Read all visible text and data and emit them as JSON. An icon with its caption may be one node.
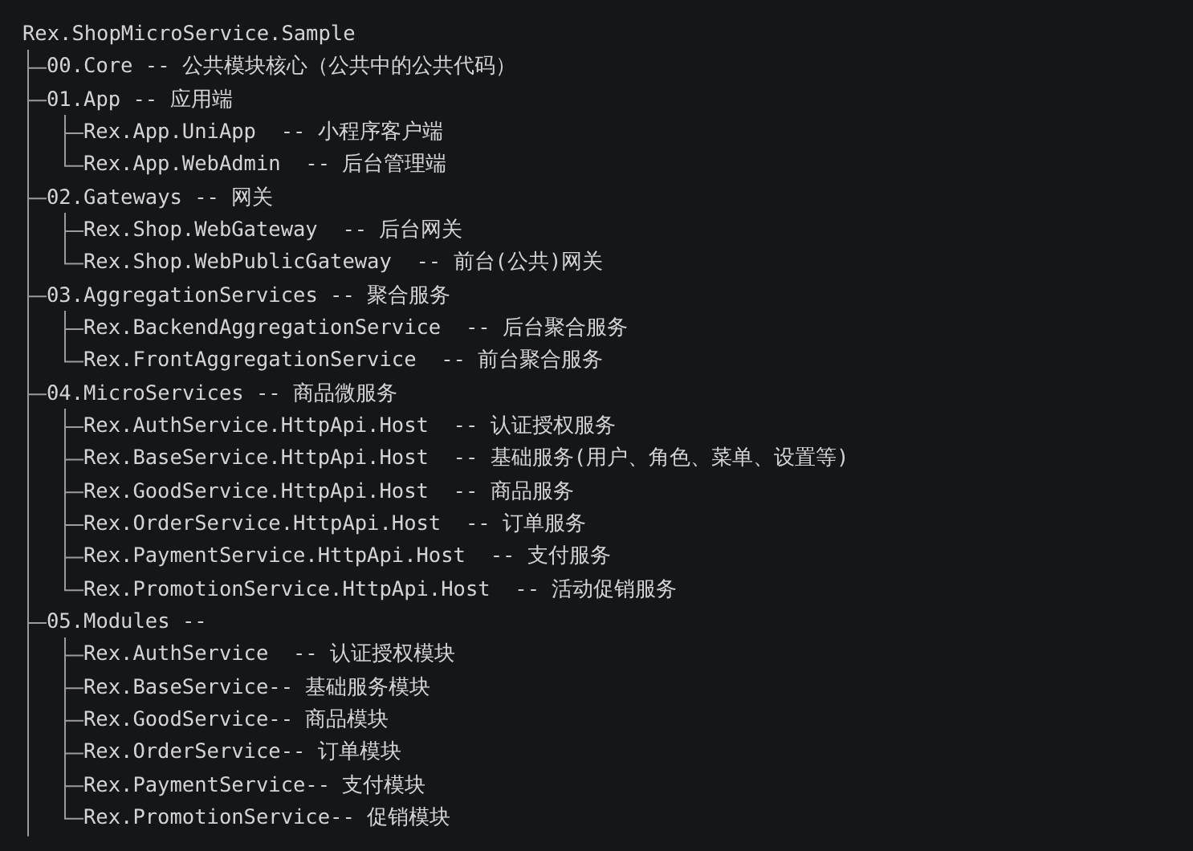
{
  "diagram": {
    "nodes": [
      {
        "text": [
          "Rex.ShopMicroService.Sample"
        ]
      },
      {
        "text": [
          "00.Core -- 公共模块核心（公共中的公共代码）"
        ]
      },
      {
        "text": [
          "01.App -- 应用端"
        ]
      },
      {
        "text": [
          "Rex.App.UniApp  -- 小程序客户端"
        ]
      },
      {
        "text": [
          "Rex.App.WebAdmin  -- 后台管理端"
        ]
      },
      {
        "text": [
          "02.Gateways -- 网关"
        ]
      },
      {
        "text": [
          "Rex.Shop.WebGateway  -- 后台网关"
        ]
      },
      {
        "text": [
          "Rex.Shop.WebPublicGateway  -- 前台(公共)网关"
        ]
      },
      {
        "text": [
          "03.AggregationServices -- 聚合服务"
        ]
      },
      {
        "text": [
          "Rex.BackendAggregationService  -- 后台聚合服务"
        ]
      },
      {
        "text": [
          "Rex.FrontAggregationService  -- 前台聚合服务"
        ]
      },
      {
        "text": [
          "04.MicroServices -- 商品微服务"
        ]
      },
      {
        "text": [
          "Rex.AuthService.HttpApi.Host  -- 认证授权服务"
        ]
      },
      {
        "text": [
          "Rex.BaseService.HttpApi.Host  -- 基础服务(用户、角色、菜单、设置等)"
        ]
      },
      {
        "text": [
          "Rex.GoodService.HttpApi.Host  -- 商品服务"
        ]
      },
      {
        "text": [
          "Rex.OrderService.HttpApi.Host  -- 订单服务"
        ]
      },
      {
        "text": [
          "Rex.PaymentService.HttpApi.Host  -- 支付服务"
        ]
      },
      {
        "text": [
          "Rex.PromotionService.HttpApi.Host  -- 活动促销服务"
        ]
      },
      {
        "text": [
          "05.Modules --"
        ]
      },
      {
        "text": [
          "Rex.AuthService  -- 认证授权模块"
        ]
      },
      {
        "text": [
          "Rex.BaseService-- 基础服务模块"
        ]
      },
      {
        "text": [
          "Rex.GoodService-- 商品模块"
        ]
      },
      {
        "text": [
          "Rex.OrderService-- 订单模块"
        ]
      },
      {
        "text": [
          "Rex.PaymentService-- 支付模块"
        ]
      },
      {
        "text": [
          "Rex.PromotionService-- 促销模块"
        ]
      }
    ],
    "edges": [
      {
        "from": 0,
        "to": 1,
        "arrow": "none"
      },
      {
        "from": 0,
        "to": 2,
        "arrow": "none"
      },
      {
        "from": 2,
        "to": 3,
        "arrow": "none"
      },
      {
        "from": 2,
        "to": 4,
        "arrow": "none"
      },
      {
        "from": 0,
        "to": 5,
        "arrow": "none"
      },
      {
        "from": 5,
        "to": 6,
        "arrow": "none"
      },
      {
        "from": 5,
        "to": 7,
        "arrow": "none"
      },
      {
        "from": 0,
        "to": 8,
        "arrow": "none"
      },
      {
        "from": 8,
        "to": 9,
        "arrow": "none"
      },
      {
        "from": 8,
        "to": 10,
        "arrow": "none"
      },
      {
        "from": 0,
        "to": 11,
        "arrow": "none"
      },
      {
        "from": 11,
        "to": 12,
        "arrow": "none"
      },
      {
        "from": 11,
        "to": 13,
        "arrow": "none"
      },
      {
        "from": 11,
        "to": 14,
        "arrow": "none"
      },
      {
        "from": 11,
        "to": 15,
        "arrow": "none"
      },
      {
        "from": 11,
        "to": 16,
        "arrow": "none"
      },
      {
        "from": 11,
        "to": 17,
        "arrow": "none"
      },
      {
        "from": 0,
        "to": 18,
        "arrow": "none"
      },
      {
        "from": 18,
        "to": 19,
        "arrow": "none"
      },
      {
        "from": 18,
        "to": 20,
        "arrow": "none"
      },
      {
        "from": 18,
        "to": 21,
        "arrow": "none"
      },
      {
        "from": 18,
        "to": 22,
        "arrow": "none"
      },
      {
        "from": 18,
        "to": 23,
        "arrow": "none"
      },
      {
        "from": 18,
        "to": 24,
        "arrow": "none"
      }
    ]
  }
}
